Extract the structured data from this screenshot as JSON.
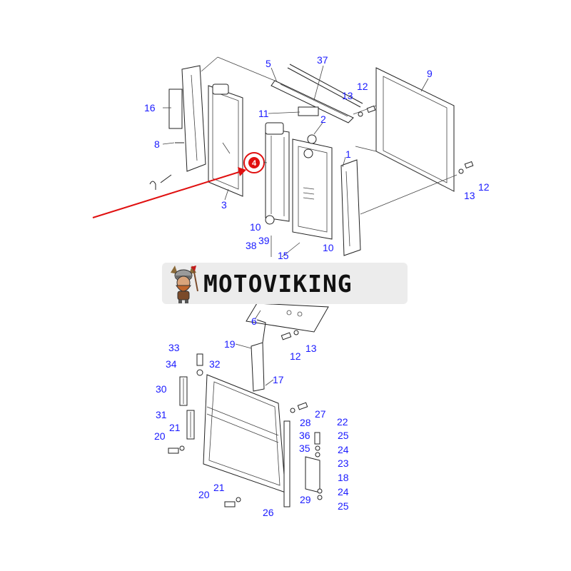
{
  "brand": {
    "name": "MOTOVIKING",
    "logo_icon": "viking-mascot-icon"
  },
  "highlight": {
    "part": "4",
    "color": "#e01010"
  },
  "colors": {
    "label": "#1a1aff",
    "line": "#222222",
    "arrow": "#e01010"
  },
  "labels": {
    "p1": "1",
    "p2": "2",
    "p3": "3",
    "p5": "5",
    "p6": "6",
    "p8": "8",
    "p9": "9",
    "p10a": "10",
    "p10b": "10",
    "p11": "11",
    "p12a": "12",
    "p12b": "12",
    "p12c": "12",
    "p13a": "13",
    "p13b": "13",
    "p13c": "13",
    "p15": "15",
    "p16": "16",
    "p17": "17",
    "p18": "18",
    "p19": "19",
    "p20a": "20",
    "p20b": "20",
    "p21a": "21",
    "p21b": "21",
    "p22": "22",
    "p23": "23",
    "p24a": "24",
    "p24b": "24",
    "p25a": "25",
    "p25b": "25",
    "p26": "26",
    "p27": "27",
    "p28": "28",
    "p29": "29",
    "p30": "30",
    "p31": "31",
    "p32": "32",
    "p33": "33",
    "p34": "34",
    "p35": "35",
    "p36": "36",
    "p37": "37",
    "p38": "38",
    "p39": "39"
  }
}
